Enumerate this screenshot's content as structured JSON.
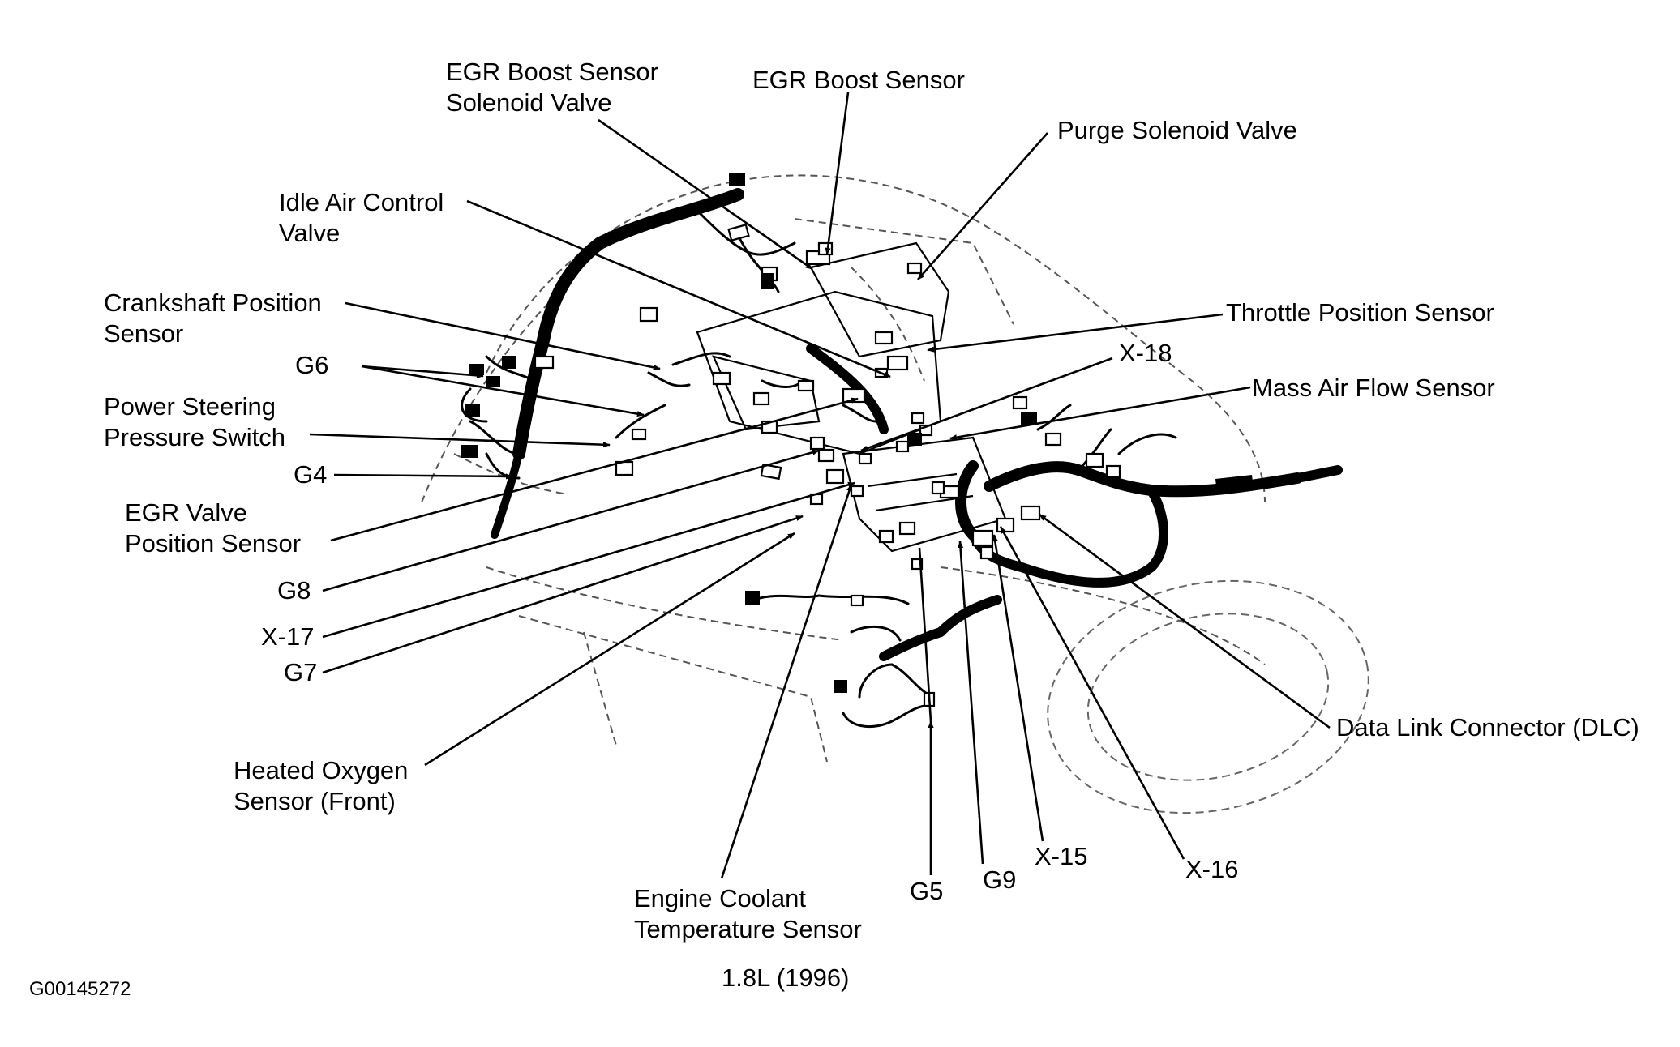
{
  "labels": {
    "egr_boost_solenoid_1": "EGR Boost Sensor",
    "egr_boost_solenoid_2": "Solenoid Valve",
    "egr_boost_sensor": "EGR Boost Sensor",
    "purge_solenoid": "Purge Solenoid Valve",
    "idle_air_1": "Idle Air Control",
    "idle_air_2": "Valve",
    "crankshaft_1": "Crankshaft Position",
    "crankshaft_2": "Sensor",
    "throttle_position": "Throttle Position Sensor",
    "x18": "X-18",
    "g6": "G6",
    "mass_air_flow": "Mass Air Flow Sensor",
    "power_steering_1": "Power Steering",
    "power_steering_2": "Pressure Switch",
    "g4": "G4",
    "egr_valve_1": "EGR Valve",
    "egr_valve_2": "Position Sensor",
    "g8": "G8",
    "x17": "X-17",
    "g7": "G7",
    "data_link": "Data Link Connector (DLC)",
    "heated_oxygen_1": "Heated Oxygen",
    "heated_oxygen_2": "Sensor (Front)",
    "g5": "G5",
    "g9": "G9",
    "x15": "X-15",
    "x16": "X-16",
    "engine_coolant_1": "Engine Coolant",
    "engine_coolant_2": "Temperature Sensor",
    "caption": "1.8L (1996)",
    "figure_id": "G00145272"
  }
}
